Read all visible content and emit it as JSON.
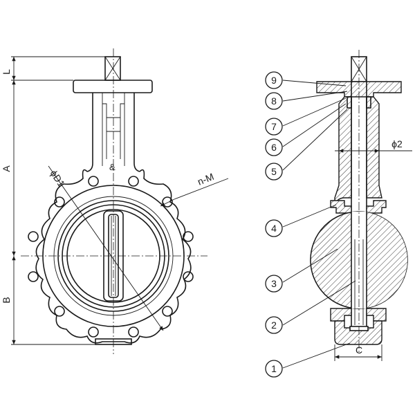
{
  "front_view": {
    "dimension_labels": {
      "L": "L",
      "A": "A",
      "B": "B",
      "D1": "ϕD1",
      "nM": "n-M",
      "and": "&"
    }
  },
  "section_view": {
    "dimension_labels": {
      "phi2": "ϕ2",
      "C": "C"
    },
    "callouts": [
      "1",
      "2",
      "3",
      "4",
      "5",
      "6",
      "7",
      "8",
      "9"
    ]
  },
  "colors": {
    "line": "#1a1a1a",
    "background": "#ffffff"
  }
}
